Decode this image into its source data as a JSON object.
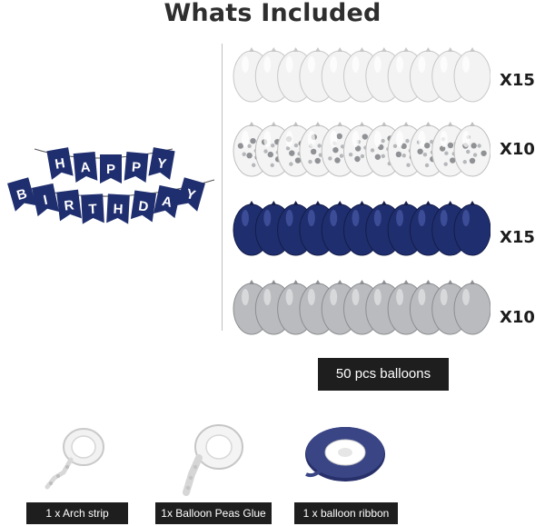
{
  "title": "Whats Included",
  "banner": {
    "line1": [
      "H",
      "A",
      "P",
      "P",
      "Y"
    ],
    "line2": [
      "B",
      "I",
      "R",
      "T",
      "H",
      "D",
      "A",
      "Y"
    ],
    "color": "#1f2e6e"
  },
  "balloon_rows": [
    {
      "kind": "white",
      "quantity": "X15"
    },
    {
      "kind": "silver-confetti",
      "quantity": "X10"
    },
    {
      "kind": "navy",
      "quantity": "X15"
    },
    {
      "kind": "silver",
      "quantity": "X10"
    }
  ],
  "total_label": "50 pcs balloons",
  "accessories": [
    {
      "name": "arch-strip",
      "caption": "1 x Arch strip"
    },
    {
      "name": "balloon-glue",
      "caption": "1x Balloon Peas Glue"
    },
    {
      "name": "balloon-ribbon",
      "caption": "1 x balloon ribbon"
    }
  ],
  "colors": {
    "navy": "#1f2e6e",
    "label_background": "#1e1e1e",
    "silver": "#b9bbbe",
    "white_balloon": "#f4f4f4"
  }
}
